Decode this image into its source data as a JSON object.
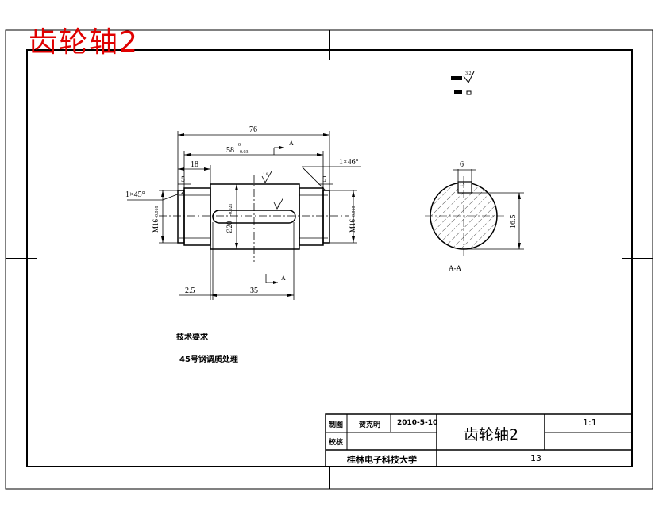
{
  "drawing": {
    "title_overlay": "齿轮轴2",
    "roughness_note": "3.2",
    "dims": {
      "overall": "76",
      "len58": "58",
      "tol58": "0",
      "tol58b": "-0.03",
      "len18": "18",
      "left5": "5",
      "right5": "5",
      "len35": "35",
      "len25": "2.5",
      "chamfer_left": "1×45°",
      "chamfer_right": "1×46°",
      "dia_left": "M16",
      "dia_right": "M16",
      "dia_mid": "Ø20",
      "tol_dia": "-0.018",
      "tol_dia_r": "-0.010",
      "rough_a": "1.6",
      "rough_b": "1.6",
      "key_tol": "-0.021",
      "section_label": "A",
      "section_label2": "A",
      "sec_width": "6",
      "sec_height": "16.5",
      "sec_rough": "1.6",
      "sec_name": "A-A"
    },
    "notes": {
      "title": "技术要求",
      "line1": "45号钢调质处理"
    }
  },
  "title_block": {
    "row1_label": "制图",
    "row1_name": "贺克明",
    "row1_date": "2010-5-10",
    "row2_label": "校核",
    "part_name": "齿轮轴2",
    "scale": "1:1",
    "school": "桂林电子科技大学",
    "number": "13"
  }
}
